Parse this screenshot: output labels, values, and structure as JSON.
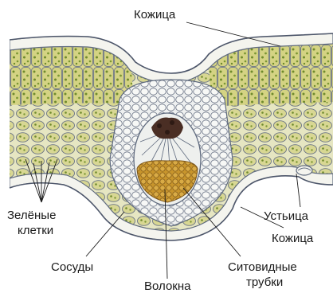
{
  "labels": {
    "epidermis_top": "Кожица",
    "green_cells_1": "Зелёные",
    "green_cells_2": "клетки",
    "stomata": "Устьица",
    "epidermis_bottom": "Кожица",
    "vessels": "Сосуды",
    "fibers": "Волокна",
    "sieve_tubes_1": "Ситовидные",
    "sieve_tubes_2": "трубки"
  },
  "colors": {
    "green_cells": "#d7d58a",
    "chloroplasts": "#6f8a2c",
    "cell_wall": "#5f6a7e",
    "xylem": "#4a2e24",
    "phloem": "#c8952c",
    "epidermis": "#f4f4ee"
  }
}
